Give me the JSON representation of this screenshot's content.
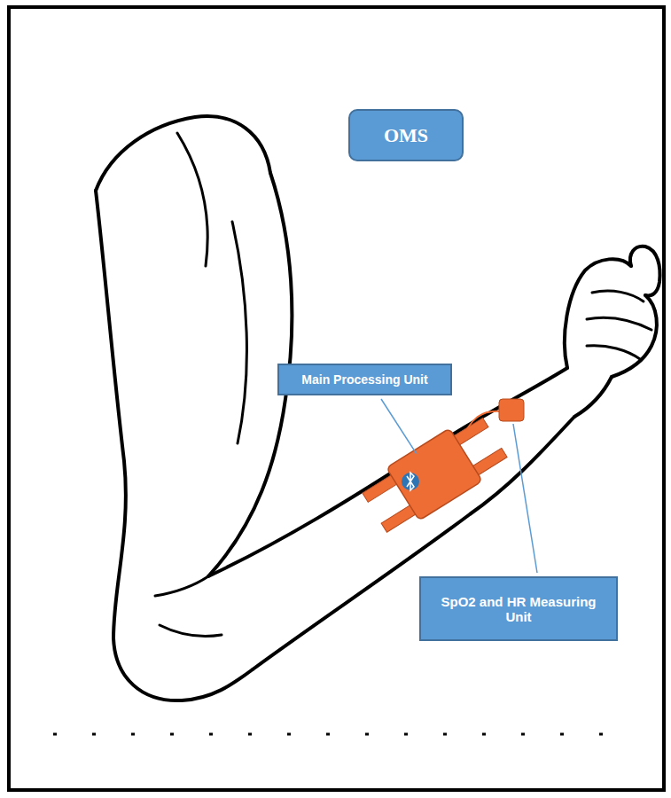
{
  "diagram": {
    "nodes": [
      {
        "text": [
          "OMS"
        ]
      },
      {
        "text": [
          "Main Processing Unit"
        ]
      },
      {
        "text": [
          "SpO2 and HR Measuring Unit"
        ]
      }
    ]
  }
}
